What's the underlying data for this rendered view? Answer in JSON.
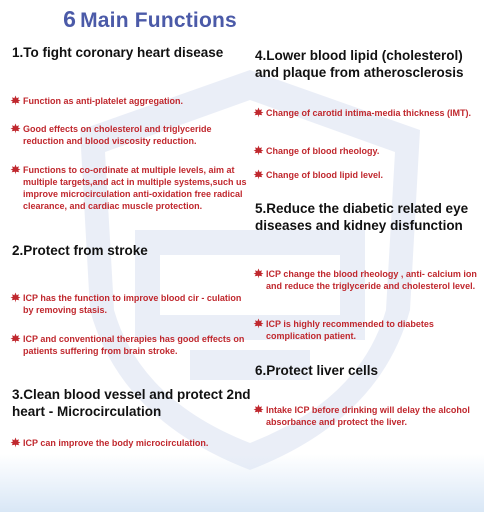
{
  "title": {
    "number": "6",
    "text": "Main Functions"
  },
  "icons": {
    "bullet": "maple-leaf-icon",
    "bullet_color": "#c0282e",
    "watermark": "shield-logo-watermark"
  },
  "colors": {
    "title": "#4b5aa8",
    "heading": "#111111",
    "item": "#c0282e"
  },
  "sections": [
    {
      "heading": "1.To fight coronary heart disease",
      "items": [
        "Function as anti-platelet aggregation.",
        "Good effects on cholesterol and triglyceride reduction and blood viscosity reduction.",
        "Functions to co-ordinate at multiple levels, aim at multiple targets,and act in multiple systems,such us improve microcirculation anti-oxidation free radical clearance, and cardiac muscle protection."
      ]
    },
    {
      "heading": "2.Protect from stroke",
      "items": [
        "ICP has the function to improve blood cir - culation by removing stasis.",
        "ICP and conventional therapies has good effects  on patients  suffering from  brain stroke."
      ]
    },
    {
      "heading": "3.Clean blood vessel and protect 2nd heart - Microcirculation",
      "items": [
        "ICP can improve the body microcirculation."
      ]
    },
    {
      "heading": "4.Lower blood lipid (cholesterol) and plaque from atherosclerosis",
      "items": [
        "Change of carotid intima-media thickness (IMT).",
        "Change of blood rheology.",
        "Change of blood lipid level."
      ]
    },
    {
      "heading": "5.Reduce the diabetic related eye diseases and kidney disfunction",
      "items": [
        "ICP change the blood rheology , anti- calcium ion and reduce the triglyceride and cholesterol level.",
        "ICP is highly recommended to diabetes complication patient."
      ]
    },
    {
      "heading": "6.Protect liver cells",
      "items": [
        "Intake ICP before drinking will delay the alcohol absorbance and protect the liver."
      ]
    }
  ]
}
